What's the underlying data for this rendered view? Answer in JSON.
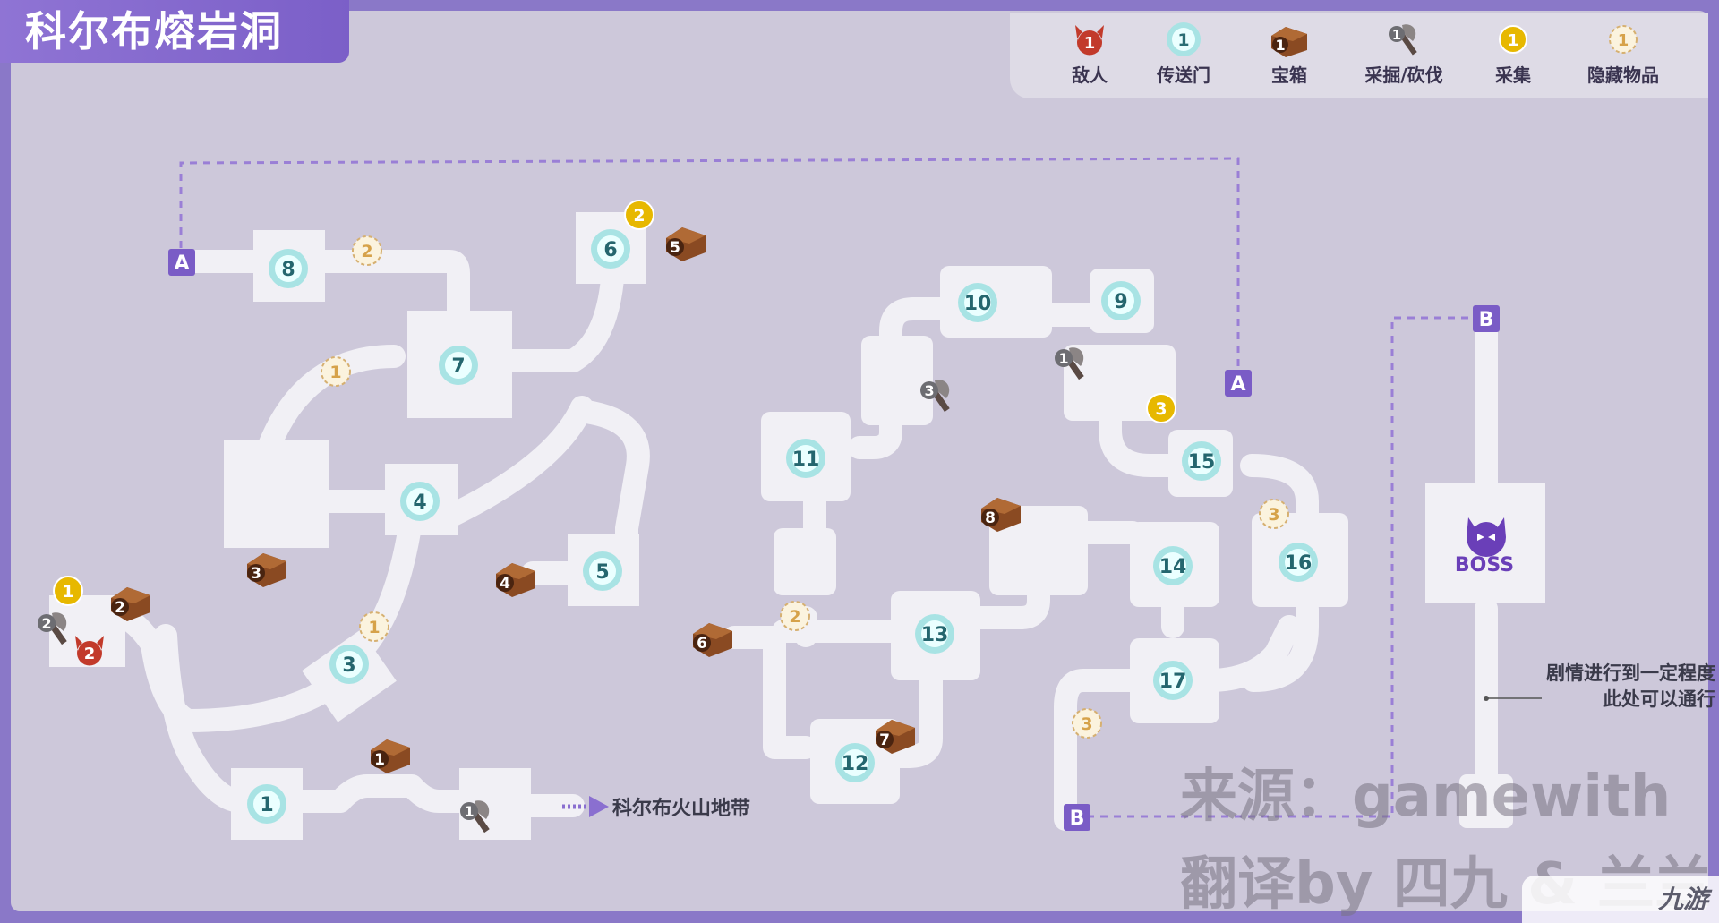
{
  "title": "科尔布熔岩洞",
  "legend": [
    {
      "kind": "enemy",
      "label": "敌人",
      "badge": "1"
    },
    {
      "kind": "portal",
      "label": "传送门",
      "badge": "1"
    },
    {
      "kind": "chest",
      "label": "宝箱",
      "badge": "1"
    },
    {
      "kind": "mining",
      "label": "采掘/砍伐",
      "badge": "1"
    },
    {
      "kind": "gather",
      "label": "采集",
      "badge": "1"
    },
    {
      "kind": "hidden",
      "label": "隐藏物品",
      "badge": "1"
    }
  ],
  "markers": {
    "portals": [
      "1",
      "3",
      "4",
      "5",
      "6",
      "7",
      "8",
      "9",
      "10",
      "11",
      "12",
      "13",
      "14",
      "15",
      "16",
      "17"
    ],
    "chests": [
      "1",
      "2",
      "3",
      "4",
      "5",
      "6",
      "7",
      "8"
    ],
    "mining": [
      "1",
      "1",
      "2",
      "3"
    ],
    "gather": [
      "1",
      "2",
      "3"
    ],
    "hidden": [
      "1",
      "1",
      "2",
      "2",
      "3",
      "3"
    ],
    "enemy": [
      "2"
    ],
    "links": [
      "A",
      "A",
      "B",
      "B"
    ]
  },
  "boss_label": "BOSS",
  "note_line1": "剧情进行到一定程度",
  "note_line2": "此处可以通行",
  "exit_label": "科尔布火山地带",
  "watermark_source": "来源：gamewith",
  "watermark_translate": "翻译by 四九 & 兰兰",
  "corner_logo": "九游",
  "colors": {
    "frame": "#8a78c8",
    "background": "#cdc8da",
    "path": "#f1f0f5",
    "link_line": "#9a7fd6",
    "portal": "#5cc6c8",
    "gather": "#e7b800",
    "hidden": "#d6b071",
    "enemy": "#c23a2b",
    "chest": "#7a3f1e"
  }
}
